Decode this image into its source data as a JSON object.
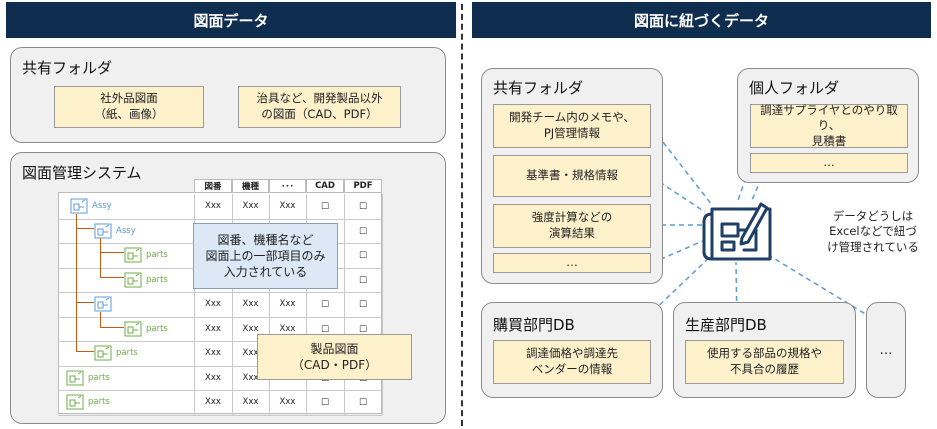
{
  "left": {
    "banner": "図面データ",
    "shared_folder": {
      "title": "共有フォルダ",
      "notes": [
        "社外品図面\n（紙、画像）",
        "治具など、開発製品以外\nの図面（CAD、PDF）"
      ]
    },
    "system": {
      "title": "図面管理システム",
      "columns": [
        "図番",
        "機種",
        "･･･",
        "CAD",
        "PDF"
      ],
      "cell_text": "Xxx",
      "checkbox": "□",
      "tree": [
        {
          "label": "Assy",
          "color": "#5b9bd5"
        },
        {
          "label": "Assy",
          "color": "#5b9bd5"
        },
        {
          "label": "parts",
          "color": "#70ad47"
        },
        {
          "label": "parts",
          "color": "#70ad47"
        },
        {
          "label": "",
          "color": "#5b9bd5"
        },
        {
          "label": "parts",
          "color": "#70ad47"
        },
        {
          "label": "parts",
          "color": "#70ad47"
        },
        {
          "label": "parts",
          "color": "#70ad47"
        },
        {
          "label": "parts",
          "color": "#70ad47"
        }
      ],
      "callout": "図番、機種名など\n図面上の一部項目のみ\n入力されている",
      "product_note": "製品図面\n（CAD・PDF）"
    }
  },
  "right": {
    "banner": "図面に紐づくデータ",
    "shared_folder": {
      "title": "共有フォルダ",
      "items": [
        "開発チーム内のメモや、\nPJ管理情報",
        "基準書・規格情報",
        "強度計算などの\n演算結果",
        "…"
      ]
    },
    "personal_folder": {
      "title": "個人フォルダ",
      "items": [
        "調達サプライヤとのやり取り、\n見積書",
        "…"
      ]
    },
    "purchasing": {
      "title": "購買部門DB",
      "item": "調達価格や調達先\nベンダーの情報"
    },
    "production": {
      "title": "生産部門DB",
      "item": "使用する部品の規格や\n不具合の履歴"
    },
    "more": "…",
    "annotation": "データどうしは\nExcelなどで紐づ\nけ管理されている",
    "center_icon": "blueprint-pencil-icon"
  },
  "colors": {
    "banner": "#0f2d4f",
    "note": "#fdf1cc",
    "callout": "#dce8f5",
    "connector": "#5b9bd5",
    "icon": "#1f3f66"
  }
}
